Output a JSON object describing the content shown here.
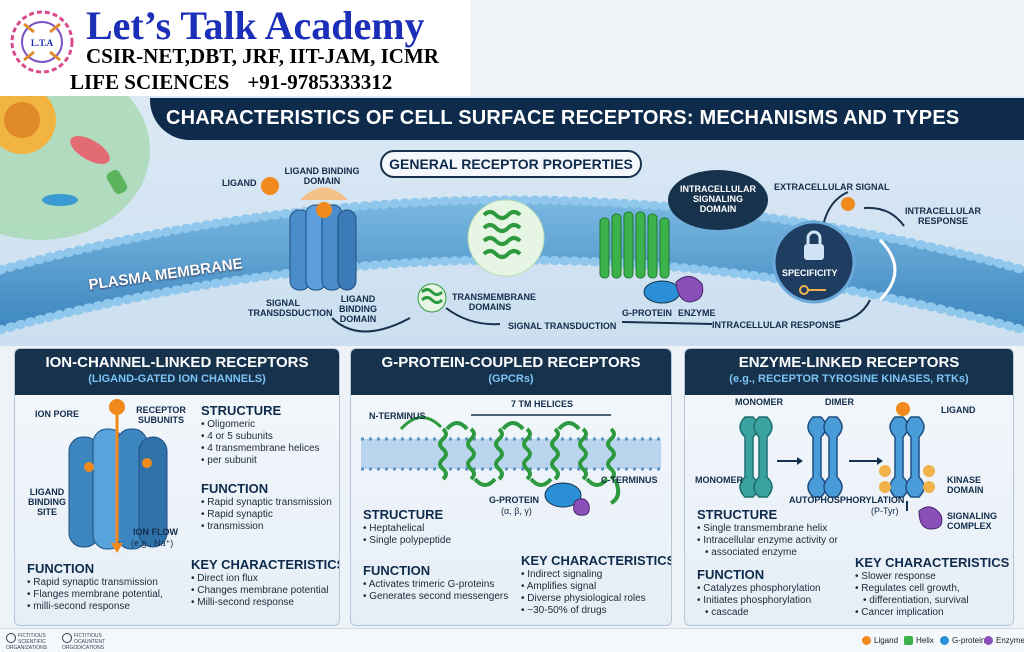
{
  "brand": {
    "name": "Let’s Talk Academy",
    "exams": "CSIR-NET,DBT, JRF, IIT-JAM, ICMR",
    "subject": "LIFE SCIENCES",
    "phone": "+91-9785333312",
    "logo_text": "L.T.A"
  },
  "title": "CHARACTERISTICS OF CELL SURFACE RECEPTORS: MECHANISMS AND TYPES",
  "top": {
    "general": "GENERAL RECEPTOR PROPERTIES",
    "plasma_membrane": "PLASMA MEMBRANE",
    "ligand": "LIGAND",
    "ligand_binding_domain_top": "LIGAND BINDING DOMAIN",
    "signal_transduction_1": "SIGNAL TRANSDSDUCTION",
    "ligand_binding_domain_bottom": "LIGAND BINDING DOMAIN",
    "transmembrane_domains": "TRANSMEMBRANE DOMAINS",
    "signal_transduction_2": "SIGNAL TRANSDUCTION",
    "g_protein": "G-PROTEIN",
    "enzyme": "ENZYME",
    "intracellular_signaling_domain": "INTRACELLULAR SIGNALING DOMAIN",
    "intracellular_response": "INTRACELLULAR RESPONSE",
    "specificity": "SPECIFICITY",
    "extracellular_signal": "EXTRACELLULAR SIGNAL",
    "intracellular_response_right": "INTRACELLULAR RESPONSE"
  },
  "panels": [
    {
      "title": "ION-CHANNEL-LINKED RECEPTORS",
      "subtitle": "(LIGAND-GATED ION CHANNELS)",
      "labels": {
        "ion_pore": "ION PORE",
        "receptor_subunits": "RECEPTOR SUBUNITS",
        "ligand_binding_site": "LIGAND BINDING SITE",
        "ion_flow": "ION FLOW",
        "ion_flow_eg": "(e.g., Na⁺)"
      },
      "structure_heading": "STRUCTURE",
      "structure": [
        "Oligomeric",
        "4 or 5 subunits",
        "4 transmembrane helices",
        "per subunit"
      ],
      "function_heading": "FUNCTION",
      "function_right": [
        "Rapid synaptic transmission",
        "Rapid synaptic",
        "transmission"
      ],
      "function_bottom_heading": "FUNCTION",
      "function_bottom": [
        "Rapid synaptic transmission",
        "Flanges membrane potential,",
        "milli-second response"
      ],
      "key_heading": "KEY CHARACTERISTICS",
      "key": [
        "Direct ion flux",
        "Changes membrane potential",
        "Milli-second response"
      ]
    },
    {
      "title": "G-PROTEIN-COUPLED RECEPTORS",
      "subtitle": "(GPCRs)",
      "labels": {
        "n_terminus": "N-TERMINUS",
        "tm_helices": "7 TM HELICES",
        "c_terminus": "C-TERMINUS",
        "g_protein": "G-PROTEIN",
        "subunits": "(α, β, γ)"
      },
      "structure_heading": "STRUCTURE",
      "structure": [
        "Heptahelical",
        "Single polypeptide"
      ],
      "function_heading": "FUNCTION",
      "function": [
        "Activates trimeric G-proteins",
        "Generates second messengers"
      ],
      "key_heading": "KEY CHARACTERISTICS",
      "key": [
        "Indirect signaling",
        "Amplifies signal",
        "Diverse physiological roles",
        "~30-50% of drugs"
      ]
    },
    {
      "title": "ENZYME-LINKED RECEPTORS",
      "subtitle": "(e.g., RECEPTOR TYROSINE KINASES, RTKs)",
      "labels": {
        "monomer_top": "MONOMER",
        "dimer": "DIMER",
        "ligand": "LIGAND",
        "monomer_left": "MONOMER",
        "autophosphorylation": "AUTOPHOSPHORYLATION",
        "ptyr": "(P-Tyr)",
        "kinase_domain": "KINASE DOMAIN",
        "signaling_complex": "SIGNALING COMPLEX"
      },
      "structure_heading": "STRUCTURE",
      "structure": [
        "Single transmembrane helix",
        "Intracellular enzyme activity or",
        "associated enzyme"
      ],
      "function_heading": "FUNCTION",
      "function": [
        "Catalyzes phosphorylation",
        "Initiates phosphorylation",
        "cascade"
      ],
      "key_heading": "KEY CHARACTERISTICS",
      "key": [
        "Slower response",
        "Regulates cell growth,",
        "differentiation, survival",
        "Cancer implication"
      ]
    }
  ],
  "legend": [
    {
      "label": "Ligand",
      "color": "#f08a1c"
    },
    {
      "label": "Helix",
      "color": "#3bb34a"
    },
    {
      "label": "G-protein",
      "color": "#2a8fd6"
    },
    {
      "label": "Enzyme",
      "color": "#8a4fb8"
    }
  ],
  "footer_orgs": [
    "FICTITIOUS SCIENTIFIC ORGANIZATIONS",
    "FICTITIOUS OCAUNTENT ORGODICATIONS"
  ]
}
